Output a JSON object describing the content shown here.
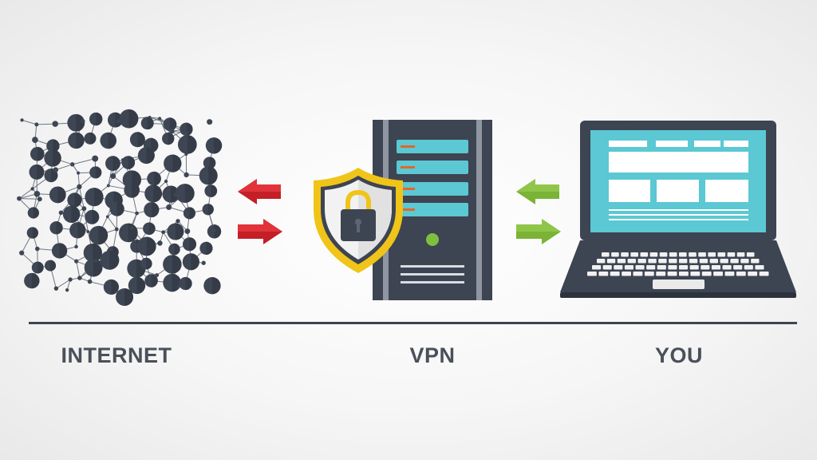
{
  "labels": {
    "internet": "INTERNET",
    "vpn": "VPN",
    "you": "YOU"
  },
  "colors": {
    "node": "#3e4654",
    "edge": "#6f7581",
    "red_arrow": "#c41f26",
    "green_arrow": "#7ab335",
    "server": "#3d4452",
    "server_stripe": "#8f96a2",
    "slot": "#5bc8d4",
    "led_orange": "#e2662a",
    "power_led": "#7fbe3f",
    "shield_gold": "#f0c419",
    "laptop_screen": "#5bc8d4",
    "laptop_body": "#3d4452",
    "baseline": "#3d4452",
    "label_text": "#4a505a"
  },
  "icons": {
    "internet": "network-graph-icon",
    "vpn_server": "server-icon",
    "vpn_shield": "shield-lock-icon",
    "you": "laptop-icon",
    "flow_internet_vpn": "bidirectional-arrows-icon",
    "flow_vpn_you": "bidirectional-arrows-icon"
  }
}
